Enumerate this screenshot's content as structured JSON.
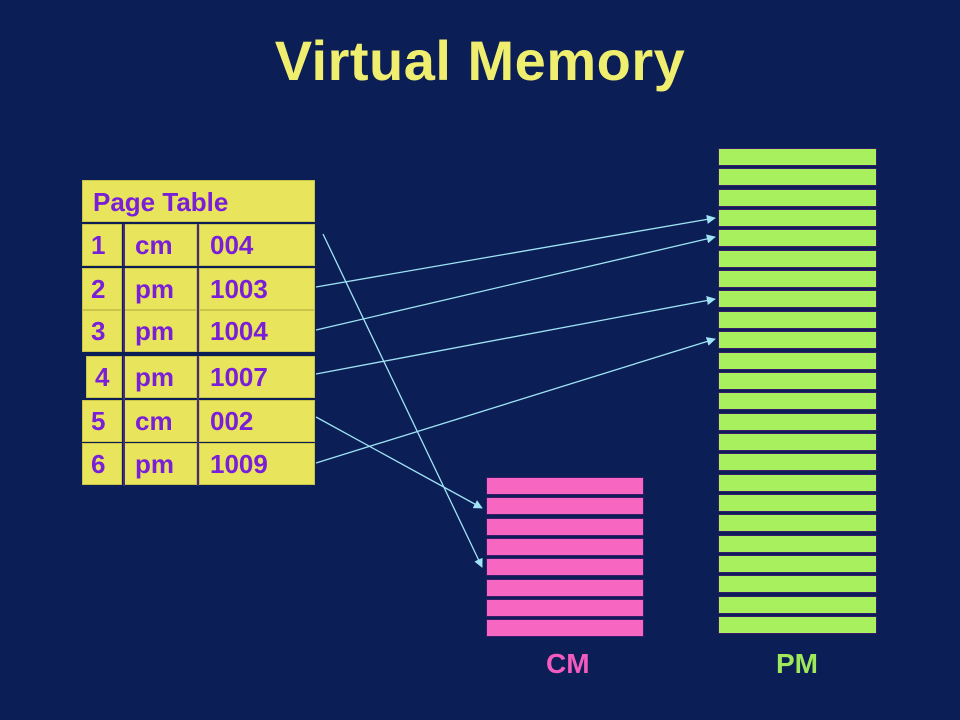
{
  "title": "Virtual Memory",
  "page_table": {
    "header": "Page Table",
    "rows": [
      {
        "page": "1",
        "location": "cm",
        "address": "004"
      },
      {
        "page": "2",
        "location": "pm",
        "address": "1003"
      },
      {
        "page": "3",
        "location": "pm",
        "address": "1004"
      },
      {
        "page": "4",
        "location": "pm",
        "address": "1007"
      },
      {
        "page": "5",
        "location": "cm",
        "address": "002"
      },
      {
        "page": "6",
        "location": "pm",
        "address": "1009"
      }
    ]
  },
  "cm": {
    "label": "CM",
    "color": "#f766c0",
    "label_color": "#f45bbf"
  },
  "pm": {
    "label": "PM",
    "color": "#a8f05e",
    "label_color": "#9ee85a"
  },
  "colors": {
    "background": "#0b1e55",
    "title": "#f0ee6e",
    "table_fill": "#e8e45c",
    "table_text": "#7a1fd8",
    "arrow": "#9fe3f5"
  }
}
